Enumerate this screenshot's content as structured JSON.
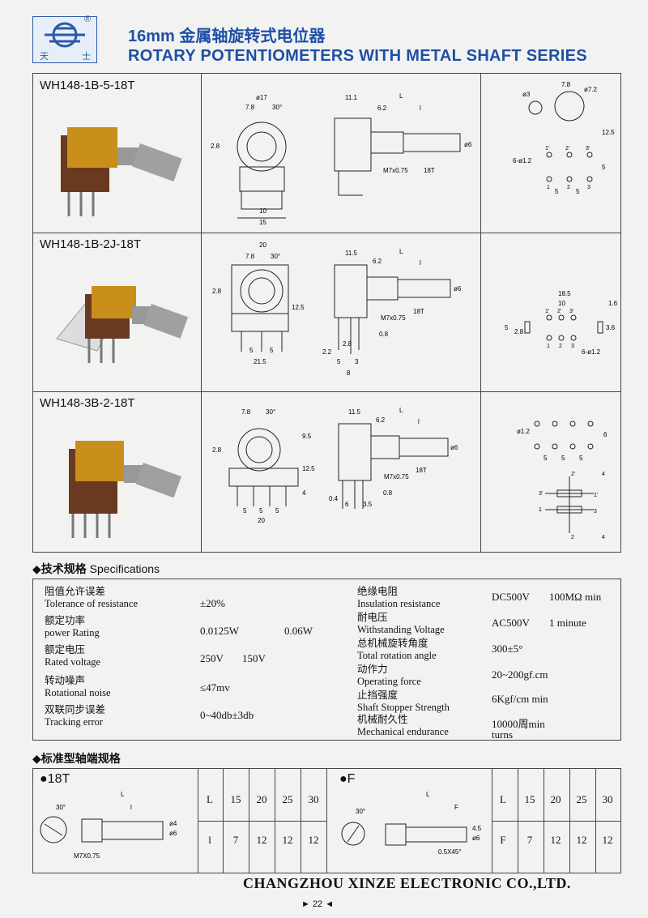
{
  "header": {
    "logo_r": "®",
    "logo_chars": [
      "天",
      "士"
    ],
    "title_cn": "16mm 金属轴旋转式电位器",
    "title_en": "ROTARY POTENTIOMETERS WITH METAL SHAFT SERIES"
  },
  "models": [
    {
      "name": "WH148-1B-5-18T",
      "front_dims": [
        "ø17",
        "7.8",
        "30°",
        "2.8",
        "10",
        "15"
      ],
      "side_dims": [
        "11.1",
        "6.2",
        "L",
        "l",
        "ø6",
        "M7x0.75",
        "18T"
      ],
      "pcb_dims": [
        "7.8",
        "ø7.2",
        "ø3",
        "12.5",
        "6-ø1.2",
        "5",
        "5",
        "5"
      ],
      "pin_labels": [
        "1'",
        "2'",
        "3'",
        "1",
        "2",
        "3"
      ]
    },
    {
      "name": "WH148-1B-2J-18T",
      "front_dims": [
        "20",
        "7.8",
        "30°",
        "2.8",
        "12.5",
        "5",
        "5",
        "21.5"
      ],
      "side_dims": [
        "11.5",
        "6.2",
        "L",
        "l",
        "ø6",
        "M7x0.75",
        "18T",
        "0.8",
        "2.2",
        "2.8",
        "5",
        "3",
        "8"
      ],
      "pcb_dims": [
        "18.5",
        "10",
        "1.6",
        "5",
        "2.8",
        "3.6",
        "6-ø1.2"
      ],
      "pin_labels": [
        "1'",
        "2'",
        "3'",
        "1",
        "2",
        "3"
      ]
    },
    {
      "name": "WH148-3B-2-18T",
      "front_dims": [
        "7.8",
        "30°",
        "2.8",
        "9.5",
        "12.5",
        "4",
        "5",
        "5",
        "5",
        "20"
      ],
      "side_dims": [
        "11.5",
        "6.2",
        "L",
        "l",
        "ø6",
        "M7x0.75",
        "18T",
        "0.8",
        "0.4",
        "6",
        "3.5"
      ],
      "pcb_dims": [
        "ø1.2",
        "6",
        "5",
        "5",
        "5"
      ],
      "pin_labels": [
        "1'",
        "2'",
        "3'",
        "1",
        "2",
        "3",
        "4",
        "4"
      ]
    }
  ],
  "specs": {
    "section_cn": "技术规格",
    "section_en": "Specifications",
    "left": [
      {
        "cn": "阻值允许误差",
        "en": "Tolerance of resistance",
        "value": "±20%",
        "value2": ""
      },
      {
        "cn": "额定功率",
        "en": "power Rating",
        "value": "0.0125W",
        "value2": "0.06W"
      },
      {
        "cn": "额定电压",
        "en": "Rated voltage",
        "value": "250V",
        "value2": "150V"
      },
      {
        "cn": "转动噪声",
        "en": "Rotational noise",
        "value": "≤47mv",
        "value2": ""
      },
      {
        "cn": "双联同步误差",
        "en": "Tracking error",
        "value": "0~40db±3db",
        "value2": ""
      }
    ],
    "right": [
      {
        "cn": "绝缘电阻",
        "en": "Insulation resistance",
        "value": "DC500V",
        "value2": "100MΩ min"
      },
      {
        "cn": "耐电压",
        "en": "Withstanding Voltage",
        "value": "AC500V",
        "value2": "1 minute"
      },
      {
        "cn": "总机械旋转角度",
        "en": "Total rotation angle",
        "value": "300±5°",
        "value2": ""
      },
      {
        "cn": "动作力",
        "en": "Operating force",
        "value": "20~200gf.cm",
        "value2": ""
      },
      {
        "cn": "止挡强度",
        "en": "Shaft Stopper Strength",
        "value": "6Kgf/cm min",
        "value2": ""
      },
      {
        "cn": "机械耐久性",
        "en": "Mechanical endurance",
        "value": "10000周min",
        "value2": "turns"
      }
    ]
  },
  "shaft": {
    "section_cn": "标准型轴端规格",
    "types": [
      {
        "tag": "●18T",
        "drawing_labels": [
          "30°",
          "L",
          "l",
          "ø6",
          "ø4",
          "M7X0.75"
        ],
        "row1_label": "L",
        "row1": [
          "15",
          "20",
          "25",
          "30"
        ],
        "row2_label": "l",
        "row2": [
          "7",
          "12",
          "12",
          "12"
        ]
      },
      {
        "tag": "●F",
        "drawing_labels": [
          "30°",
          "L",
          "F",
          "ø6",
          "4.5",
          "0.5X45°"
        ],
        "row1_label": "L",
        "row1": [
          "15",
          "20",
          "25",
          "30"
        ],
        "row2_label": "F",
        "row2": [
          "7",
          "12",
          "12",
          "12"
        ]
      }
    ]
  },
  "footer": {
    "company": "CHANGZHOU XINZE ELECTRONIC CO.,LTD.",
    "page": "► 22 ◄"
  },
  "colors": {
    "title_blue": "#1f4fa6",
    "photo_gold": "#c8901a",
    "photo_brown": "#6a3a20",
    "photo_metal": "#a0a0a0"
  }
}
